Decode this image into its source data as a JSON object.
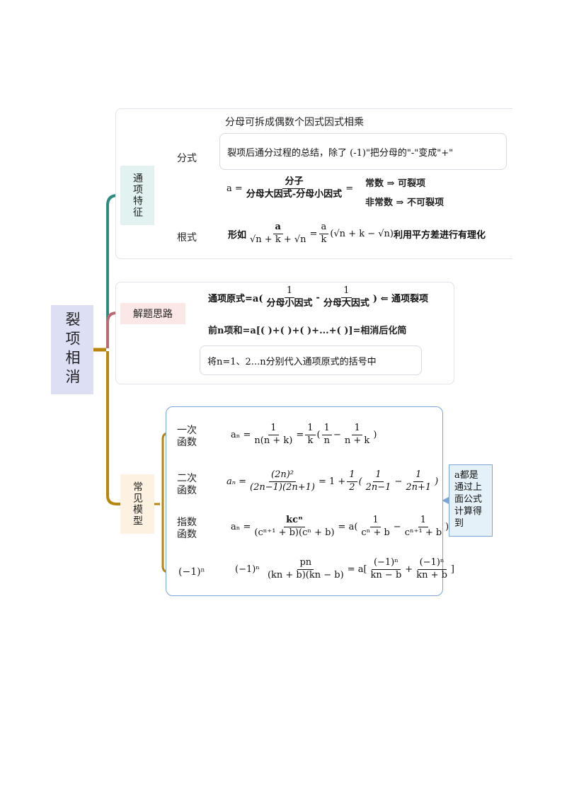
{
  "root": {
    "title": "裂项相消"
  },
  "branches": {
    "b1": {
      "label": "通项特征"
    },
    "b2": {
      "label": "解题思路"
    },
    "b3": {
      "label": "常见模型"
    }
  },
  "b1": {
    "fenshi": "分式",
    "genshi": "根式",
    "line1": "分母可拆成偶数个因式因式相乘",
    "note": "裂项后通分过程的总结，除了  (-1)\"把分母的\"-\"变成\"+\"",
    "f_a": "a =",
    "f_num": "分子",
    "f_den": "分母大因式-分母小因式",
    "f_eq": "=",
    "case1": "常数 ⇒ 可裂项",
    "case2": "非常数 ⇒ 不可裂项",
    "r_pre": "形如",
    "r_num": "a",
    "r_den": "√n + k + √n",
    "r_eq": "=",
    "r_k_num": "a",
    "r_k_den": "k",
    "r_body": "(√n + k − √n)",
    "r_post": "利用平方差进行有理化"
  },
  "b2": {
    "l1_pre": "通项原式=a(",
    "l1_f1_num": "1",
    "l1_f1_den": "分母小因式",
    "l1_minus": "-",
    "l1_f2_num": "1",
    "l1_f2_den": "分母大因式",
    "l1_post": ") ⇐ 通项裂项",
    "l2": "前n项和=a[( )+( )+( )+...+( )]=相消后化简",
    "note": "将n=1、2...n分别代入通项原式的括号中"
  },
  "b3": {
    "m1_label": "一次函数",
    "m2_label": "二次函数",
    "m3_label": "指数函数",
    "m4_label": "(−1)ⁿ",
    "side_note": "a都是通过上面公式计算得到",
    "m1": {
      "lhs": "aₙ =",
      "n1": "1",
      "d1": "n(n + k)",
      "eq": "=",
      "n2": "1",
      "d2": "k",
      "open": "(",
      "n3": "1",
      "d3": "n",
      "minus": "−",
      "n4": "1",
      "d4": "n + k",
      "close": ")"
    },
    "m2": {
      "lhs": "aₙ =",
      "n1": "(2n)²",
      "d1": "(2n−1)(2n+1)",
      "eq": "= 1 +",
      "n2": "1",
      "d2": "2",
      "open": "(",
      "n3": "1",
      "d3": "2n−1",
      "minus": "−",
      "n4": "1",
      "d4": "2n+1",
      "close": ")"
    },
    "m3": {
      "lhs": "aₙ =",
      "n1": "kcⁿ",
      "d1": "(cⁿ⁺¹ + b)(cⁿ + b)",
      "eq": "= a(",
      "n2": "1",
      "d2": "cⁿ + b",
      "minus": "−",
      "n3": "1",
      "d3": "cⁿ⁺¹ + b",
      "close": ")"
    },
    "m4": {
      "lhs": "(−1)ⁿ",
      "n1": "pn",
      "d1": "(kn + b)(kn − b)",
      "eq": "= a[",
      "n2": "(−1)ⁿ",
      "d2": "kn − b",
      "plus": "+",
      "n3": "(−1)ⁿ",
      "d3": "kn + b",
      "close": "]"
    }
  },
  "colors": {
    "teal": "#2e8b80",
    "rose": "#b76a72",
    "gold": "#b8860b",
    "teal_bg": "#e1f2f1",
    "rose_bg": "#fbe8e6",
    "gold_bg": "#fdf1e1",
    "root_bg": "#dde0f5",
    "blue_border": "#7aa6d8"
  }
}
